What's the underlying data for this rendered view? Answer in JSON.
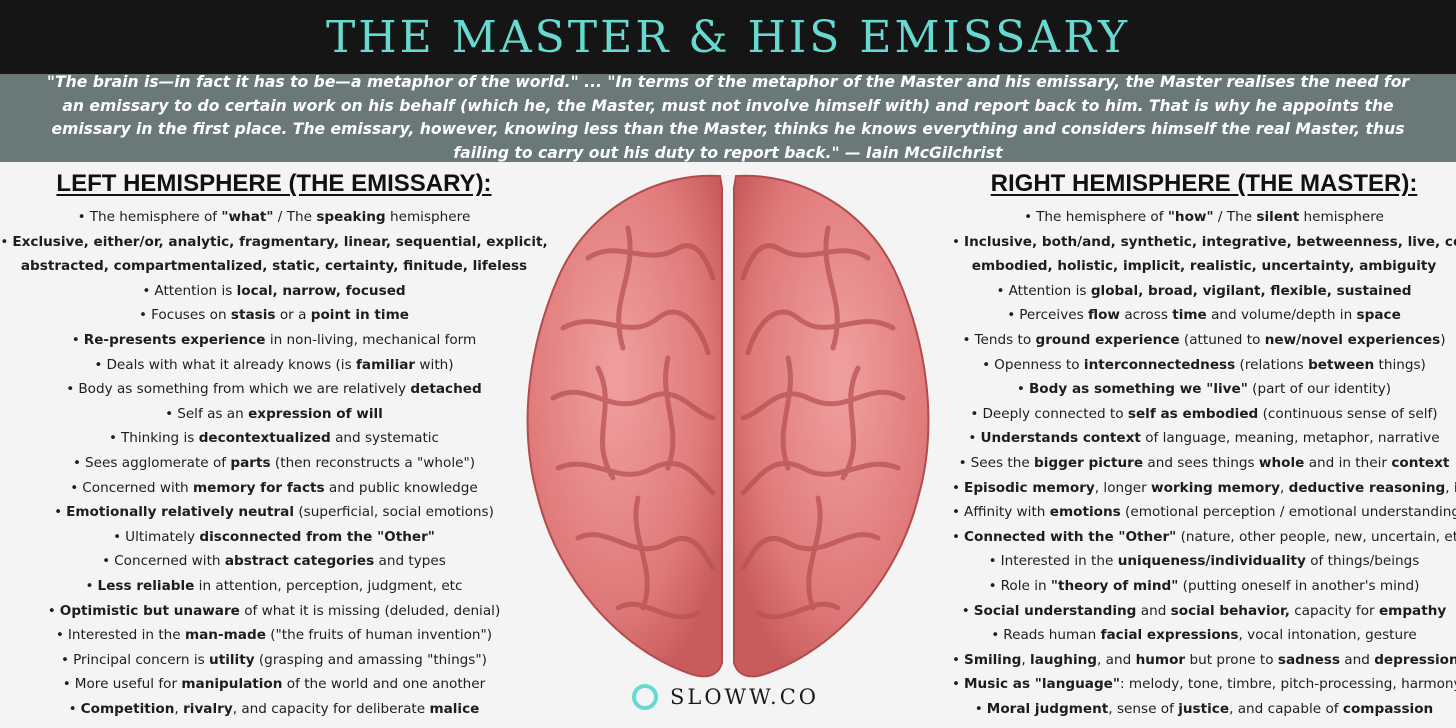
{
  "title": "THE MASTER & HIS EMISSARY",
  "quote": "\"The brain is—in fact it has to be—a metaphor of the world.\" ... \"In terms of the metaphor of the Master and his emissary, the Master realises the need for an emissary to do certain work on his behalf (which he, the Master, must not involve himself with) and report back to him. That is why he appoints the emissary in the first place. The emissary, however, knowing less than the Master, thinks he knows everything and considers himself the real Master, thus failing to carry out his duty to report back.\" — Iain McGilchrist",
  "colors": {
    "accent": "#67d9d0",
    "header_bg": "#151515",
    "quote_bg": "#6a7878",
    "brain": "#e37f7f"
  },
  "left": {
    "heading": "LEFT HEMISPHERE (THE EMISSARY):",
    "items": [
      [
        [
          "The hemisphere of ",
          false
        ],
        [
          "\"what\"",
          true
        ],
        [
          " / The ",
          false
        ],
        [
          "speaking",
          true
        ],
        [
          " hemisphere",
          false
        ]
      ],
      [
        [
          "Exclusive, either/or, analytic, fragmentary, linear, sequential, explicit,",
          true
        ]
      ],
      [
        [
          "abstracted, compartmentalized, static, certainty, finitude, lifeless",
          true
        ]
      ],
      [
        [
          "Attention is ",
          false
        ],
        [
          "local, narrow, focused",
          true
        ]
      ],
      [
        [
          "Focuses on ",
          false
        ],
        [
          "stasis",
          true
        ],
        [
          " or a ",
          false
        ],
        [
          "point in time",
          true
        ]
      ],
      [
        [
          "Re-presents experience",
          true
        ],
        [
          " in non-living, mechanical form",
          false
        ]
      ],
      [
        [
          "Deals with what it already knows (is ",
          false
        ],
        [
          "familiar",
          true
        ],
        [
          " with)",
          false
        ]
      ],
      [
        [
          "Body as something from which we are relatively ",
          false
        ],
        [
          "detached",
          true
        ]
      ],
      [
        [
          "Self as an ",
          false
        ],
        [
          "expression of will",
          true
        ]
      ],
      [
        [
          "Thinking is ",
          false
        ],
        [
          "decontextualized",
          true
        ],
        [
          " and systematic",
          false
        ]
      ],
      [
        [
          "Sees agglomerate of ",
          false
        ],
        [
          "parts",
          true
        ],
        [
          " (then reconstructs a \"whole\")",
          false
        ]
      ],
      [
        [
          "Concerned with ",
          false
        ],
        [
          "memory for facts",
          true
        ],
        [
          " and public knowledge",
          false
        ]
      ],
      [
        [
          "Emotionally relatively neutral",
          true
        ],
        [
          " (superficial, social emotions)",
          false
        ]
      ],
      [
        [
          "Ultimately ",
          false
        ],
        [
          "disconnected from the \"Other\"",
          true
        ]
      ],
      [
        [
          "Concerned with ",
          false
        ],
        [
          "abstract categories",
          true
        ],
        [
          " and types",
          false
        ]
      ],
      [
        [
          "Less reliable",
          true
        ],
        [
          " in attention, perception, judgment, etc",
          false
        ]
      ],
      [
        [
          "Optimistic but unaware",
          true
        ],
        [
          " of what it is missing (deluded, denial)",
          false
        ]
      ],
      [
        [
          "Interested in the ",
          false
        ],
        [
          "man-made",
          true
        ],
        [
          " (\"the fruits of human invention\")",
          false
        ]
      ],
      [
        [
          "Principal concern is ",
          false
        ],
        [
          "utility",
          true
        ],
        [
          " (grasping and amassing \"things\")",
          false
        ]
      ],
      [
        [
          "More useful for ",
          false
        ],
        [
          "manipulation",
          true
        ],
        [
          " of the world and one another",
          false
        ]
      ],
      [
        [
          "Competition",
          true
        ],
        [
          ", ",
          false
        ],
        [
          "rivalry",
          true
        ],
        [
          ", and capacity for deliberate ",
          false
        ],
        [
          "malice",
          true
        ]
      ]
    ],
    "bullets": [
      true,
      true,
      false,
      true,
      true,
      true,
      true,
      true,
      true,
      true,
      true,
      true,
      true,
      true,
      true,
      true,
      true,
      true,
      true,
      true,
      true
    ]
  },
  "right": {
    "heading": "RIGHT HEMISPHERE (THE MASTER):",
    "items": [
      [
        [
          "The hemisphere of ",
          false
        ],
        [
          "\"how\"",
          true
        ],
        [
          " / The ",
          false
        ],
        [
          "silent",
          true
        ],
        [
          " hemisphere",
          false
        ]
      ],
      [
        [
          "Inclusive, both/and, synthetic, integrative, betweenness, live, complex,",
          true
        ]
      ],
      [
        [
          "embodied, holistic, implicit, realistic, uncertainty, ambiguity",
          true
        ]
      ],
      [
        [
          "Attention is ",
          false
        ],
        [
          "global, broad, vigilant, flexible, sustained",
          true
        ]
      ],
      [
        [
          "Perceives ",
          false
        ],
        [
          "flow",
          true
        ],
        [
          " across ",
          false
        ],
        [
          "time",
          true
        ],
        [
          " and volume/depth in ",
          false
        ],
        [
          "space",
          true
        ]
      ],
      [
        [
          "Tends to ",
          false
        ],
        [
          "ground experience",
          true
        ],
        [
          " (attuned to ",
          false
        ],
        [
          "new/novel experiences",
          true
        ],
        [
          ")",
          false
        ]
      ],
      [
        [
          "Openness to ",
          false
        ],
        [
          "interconnectedness",
          true
        ],
        [
          " (relations ",
          false
        ],
        [
          "between",
          true
        ],
        [
          " things)",
          false
        ]
      ],
      [
        [
          "Body as something we \"live\"",
          true
        ],
        [
          " (part of our identity)",
          false
        ]
      ],
      [
        [
          "Deeply connected to ",
          false
        ],
        [
          "self as embodied",
          true
        ],
        [
          " (continuous sense of self)",
          false
        ]
      ],
      [
        [
          "Understands context",
          true
        ],
        [
          " of language, meaning, metaphor, narrative",
          false
        ]
      ],
      [
        [
          "Sees the ",
          false
        ],
        [
          "bigger picture",
          true
        ],
        [
          " and sees things ",
          false
        ],
        [
          "whole",
          true
        ],
        [
          " and in their ",
          false
        ],
        [
          "context",
          true
        ]
      ],
      [
        [
          "Episodic memory",
          true
        ],
        [
          ", longer ",
          false
        ],
        [
          "working memory",
          true
        ],
        [
          ", ",
          false
        ],
        [
          "deductive reasoning",
          true
        ],
        [
          ", ",
          false
        ],
        [
          "insight",
          true
        ]
      ],
      [
        [
          "Affinity with ",
          false
        ],
        [
          "emotions",
          true
        ],
        [
          " (emotional perception / emotional understanding)",
          false
        ]
      ],
      [
        [
          "Connected with the \"Other\"",
          true
        ],
        [
          " (nature, other people, new, uncertain, etc)",
          false
        ]
      ],
      [
        [
          "Interested in the ",
          false
        ],
        [
          "uniqueness/individuality",
          true
        ],
        [
          " of things/beings",
          false
        ]
      ],
      [
        [
          "Role in ",
          false
        ],
        [
          "\"theory of mind\"",
          true
        ],
        [
          " (putting oneself in another's mind)",
          false
        ]
      ],
      [
        [
          "Social understanding",
          true
        ],
        [
          " and ",
          false
        ],
        [
          "social behavior,",
          true
        ],
        [
          " capacity for ",
          false
        ],
        [
          "empathy",
          true
        ]
      ],
      [
        [
          "Reads human ",
          false
        ],
        [
          "facial expressions",
          true
        ],
        [
          ", vocal intonation, gesture",
          false
        ]
      ],
      [
        [
          "Smiling",
          true
        ],
        [
          ", ",
          false
        ],
        [
          "laughing",
          true
        ],
        [
          ", and ",
          false
        ],
        [
          "humor",
          true
        ],
        [
          " but prone to ",
          false
        ],
        [
          "sadness",
          true
        ],
        [
          " and ",
          false
        ],
        [
          "depression",
          true
        ]
      ],
      [
        [
          "Music as \"language\"",
          true
        ],
        [
          ": melody, tone, timbre, pitch-processing, harmony",
          false
        ]
      ],
      [
        [
          "Moral judgment",
          true
        ],
        [
          ", sense of ",
          false
        ],
        [
          "justice",
          true
        ],
        [
          ", and capable of ",
          false
        ],
        [
          "compassion",
          true
        ]
      ]
    ],
    "bullets": [
      true,
      true,
      false,
      true,
      true,
      true,
      true,
      true,
      true,
      true,
      true,
      true,
      true,
      true,
      true,
      true,
      true,
      true,
      true,
      true,
      true
    ]
  },
  "logo": {
    "text": "SLOWW.CO",
    "icon": "ring-icon"
  }
}
